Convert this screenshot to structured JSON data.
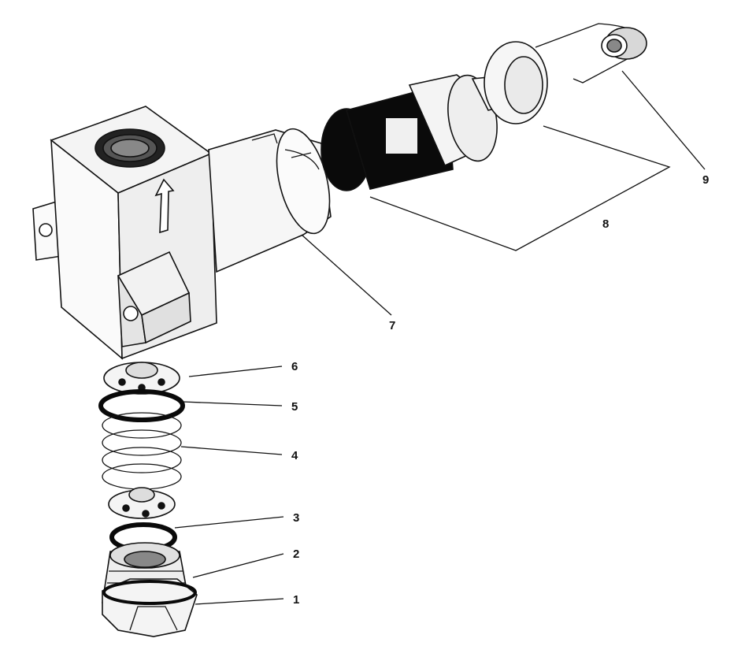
{
  "callouts": [
    {
      "id": "1",
      "text": "1"
    },
    {
      "id": "2",
      "text": "2"
    },
    {
      "id": "3",
      "text": "3"
    },
    {
      "id": "4",
      "text": "4"
    },
    {
      "id": "5",
      "text": "5"
    },
    {
      "id": "6",
      "text": "6"
    },
    {
      "id": "7",
      "text": "7"
    },
    {
      "id": "8",
      "text": "8"
    },
    {
      "id": "9",
      "text": "9"
    }
  ],
  "colors": {
    "ink": "#111111",
    "paper": "#ffffff",
    "shade": "#e9e9e9",
    "dark": "#0a0a0a"
  }
}
